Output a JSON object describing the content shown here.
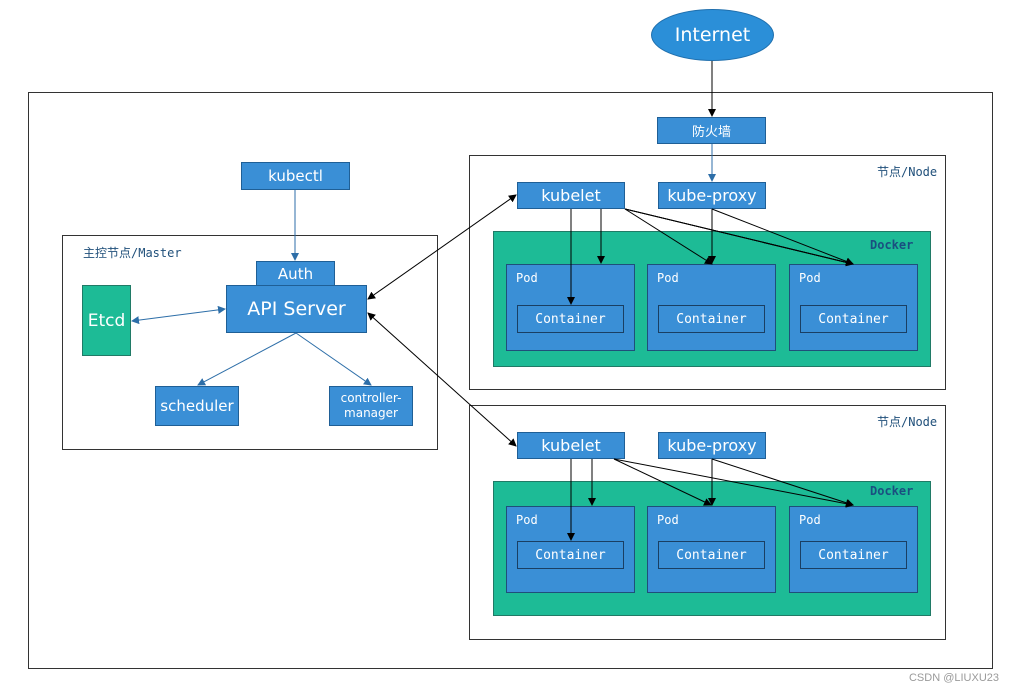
{
  "internet": "Internet",
  "firewall": "防火墙",
  "master": {
    "title": "主控节点/Master",
    "kubectl": "kubectl",
    "auth": "Auth",
    "api_server": "API Server",
    "etcd": "Etcd",
    "scheduler": "scheduler",
    "controller_manager": "controller-\nmanager"
  },
  "nodes": [
    {
      "title": "节点/Node",
      "kubelet": "kubelet",
      "kube_proxy": "kube-proxy",
      "docker": "Docker",
      "pods": [
        {
          "label": "Pod",
          "container": "Container"
        },
        {
          "label": "Pod",
          "container": "Container"
        },
        {
          "label": "Pod",
          "container": "Container"
        }
      ]
    },
    {
      "title": "节点/Node",
      "kubelet": "kubelet",
      "kube_proxy": "kube-proxy",
      "docker": "Docker",
      "pods": [
        {
          "label": "Pod",
          "container": "Container"
        },
        {
          "label": "Pod",
          "container": "Container"
        },
        {
          "label": "Pod",
          "container": "Container"
        }
      ]
    }
  ],
  "watermark": "CSDN @LIUXU23",
  "colors": {
    "component_blue": "#3a8fd6",
    "docker_green": "#1dbb96",
    "internet_blue": "#2b8fd8"
  }
}
